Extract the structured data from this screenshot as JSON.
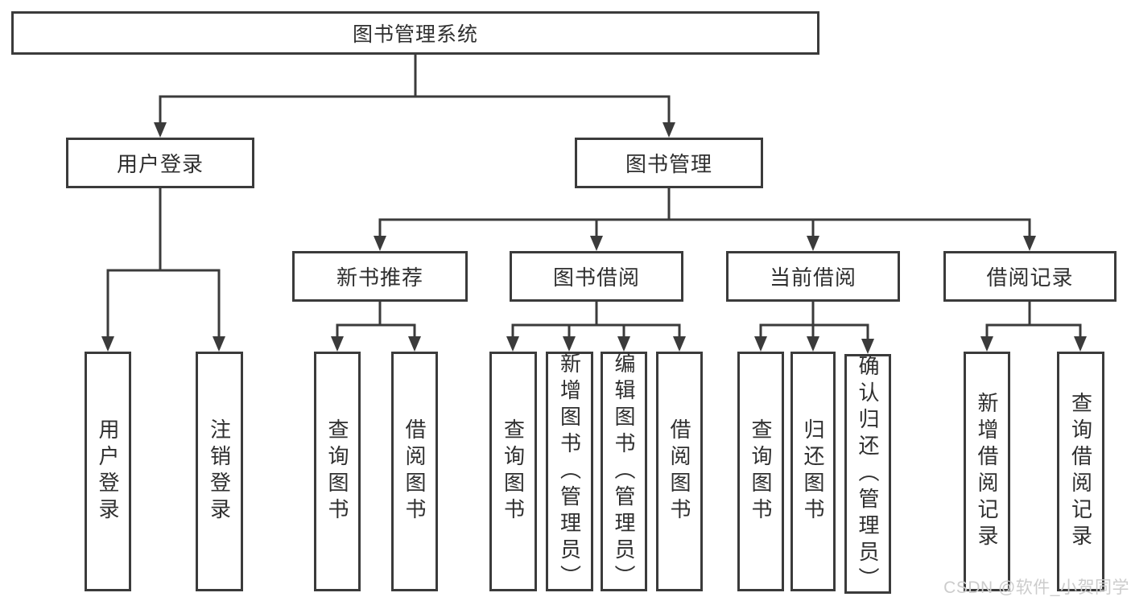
{
  "diagram": {
    "root": {
      "label": "图书管理系统"
    },
    "branches": [
      {
        "label": "用户登录"
      },
      {
        "label": "图书管理"
      }
    ],
    "modules": [
      {
        "label": "新书推荐"
      },
      {
        "label": "图书借阅"
      },
      {
        "label": "当前借阅"
      },
      {
        "label": "借阅记录"
      }
    ],
    "leaves": [
      {
        "label": "用户登录"
      },
      {
        "label": "注销登录"
      },
      {
        "label": "查询图书"
      },
      {
        "label": "借阅图书"
      },
      {
        "label": "查询图书"
      },
      {
        "label": "新增图书（管理员）"
      },
      {
        "label": "编辑图书（管理员）"
      },
      {
        "label": "借阅图书"
      },
      {
        "label": "查询图书"
      },
      {
        "label": "归还图书"
      },
      {
        "label": "确认归还（管理员）"
      },
      {
        "label": "新增借阅记录"
      },
      {
        "label": "查询借阅记录"
      }
    ],
    "watermark": "CSDN @软件_小贺同学",
    "colors": {
      "line": "#3b3b3b",
      "text": "#2f2f2f",
      "watermark": "#cccccc",
      "background": "#ffffff"
    }
  }
}
